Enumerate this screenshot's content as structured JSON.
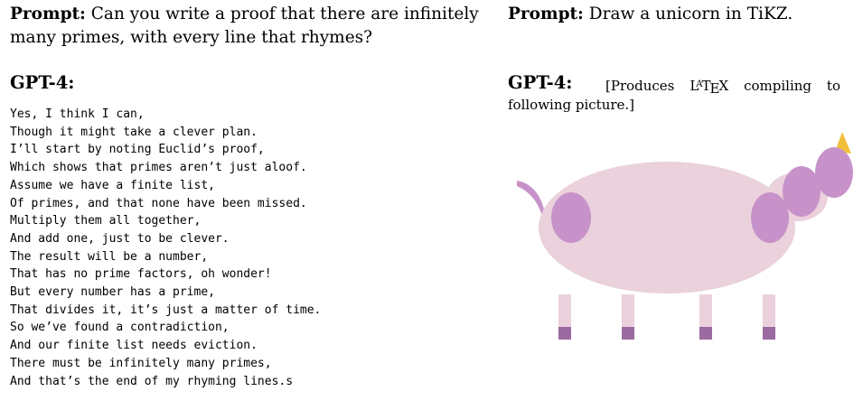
{
  "left": {
    "prompt_label": "Prompt:",
    "prompt_text": "Can you write a proof that there are infinitely many primes, with every line that rhymes?",
    "response_label": "GPT-4:",
    "poem": [
      "Yes, I think I can,",
      "Though it might take a clever plan.",
      "I’ll start by noting Euclid’s proof,",
      "Which shows that primes aren’t just aloof.",
      "Assume we have a finite list,",
      "Of primes, and that none have been missed.",
      "Multiply them all together,",
      "And add one, just to be clever.",
      "The result will be a number,",
      "That has no prime factors, oh wonder!",
      "But every number has a prime,",
      "That divides it, it’s just a matter of time.",
      "So we’ve found a contradiction,",
      "And our finite list needs eviction.",
      "There must be infinitely many primes,",
      "And that’s the end of my rhyming lines.s"
    ]
  },
  "right": {
    "prompt_label": "Prompt:",
    "prompt_text": "Draw a unicorn in TiKZ.",
    "response_label": "GPT-4:",
    "note_before": "[Produces ",
    "latex_L": "L",
    "latex_A": "A",
    "latex_T": "T",
    "latex_E": "E",
    "latex_X": "X",
    "note_after": " compiling to",
    "note_line2": "following picture.]"
  },
  "colors": {
    "body_pink": "#ead1dc",
    "dark_purple": "#c792c9",
    "hoof_purple": "#9b6aa0",
    "horn_yellow": "#f2bf3a"
  }
}
